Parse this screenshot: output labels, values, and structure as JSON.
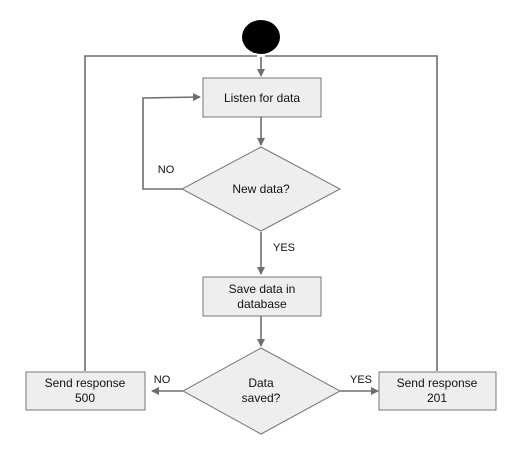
{
  "nodes": {
    "start": {},
    "listen": {
      "label": "Listen for data"
    },
    "new_data": {
      "label": "New data?"
    },
    "save": {
      "label_line1": "Save data in",
      "label_line2": "database"
    },
    "saved": {
      "label_line1": "Data",
      "label_line2": "saved?"
    },
    "resp500": {
      "label_line1": "Send response",
      "label_line2": "500"
    },
    "resp201": {
      "label_line1": "Send response",
      "label_line2": "201"
    }
  },
  "edges": {
    "no_loop": {
      "label": "NO"
    },
    "yes_new": {
      "label": "YES"
    },
    "no_saved": {
      "label": "NO"
    },
    "yes_saved": {
      "label": "YES"
    }
  },
  "colors": {
    "node_fill": "#eeeeee",
    "node_border": "#777777",
    "edge": "#6e6e6e",
    "start_fill": "#000000"
  }
}
